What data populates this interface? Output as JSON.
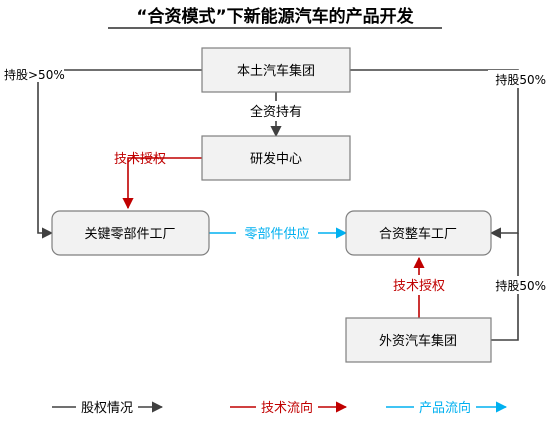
{
  "title": "“合资模式”下新能源汽车的产品开发",
  "nodes": {
    "local_group": "本土汽车集团",
    "rd_center": "研发中心",
    "parts_factory": "关键零部件工厂",
    "jv_factory": "合资整车工厂",
    "foreign_group": "外资汽车集团"
  },
  "edge_labels": {
    "full_ownership": "全资持有",
    "tech_license_left": "技术授权",
    "parts_supply": "零部件供应",
    "tech_license_right": "技术授权",
    "stake_left": "持股>50%",
    "stake_right_top": "持股50%",
    "stake_right_bottom": "持股50%"
  },
  "legend": {
    "equity": "股权情况",
    "tech_flow": "技术流向",
    "product_flow": "产品流向"
  },
  "colors": {
    "equity": "#404040",
    "tech": "#c00000",
    "product": "#00b0f0",
    "box_fill": "#f2f2f2",
    "box_border": "#7f7f7f"
  }
}
